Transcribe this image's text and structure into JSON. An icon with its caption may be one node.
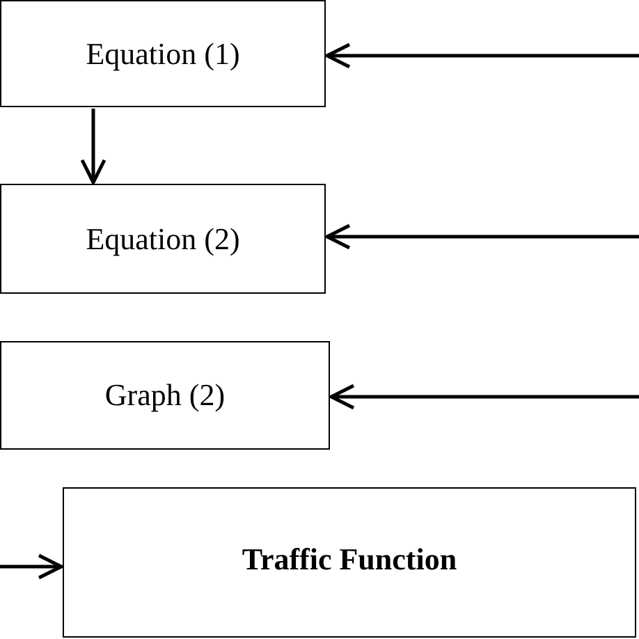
{
  "diagram": {
    "nodes": [
      {
        "text": [
          "Equation (1)"
        ]
      },
      {
        "text": [
          "Equation (2)"
        ]
      },
      {
        "text": [
          "Graph (2)"
        ]
      },
      {
        "text": [
          "Traffic Function"
        ]
      }
    ],
    "edges": [
      {
        "from": null,
        "to": 0,
        "arrow": "to"
      },
      {
        "from": 0,
        "to": 1,
        "arrow": "to"
      },
      {
        "from": null,
        "to": 1,
        "arrow": "to"
      },
      {
        "from": null,
        "to": 2,
        "arrow": "to"
      },
      {
        "from": null,
        "to": 3,
        "arrow": "to"
      }
    ]
  }
}
